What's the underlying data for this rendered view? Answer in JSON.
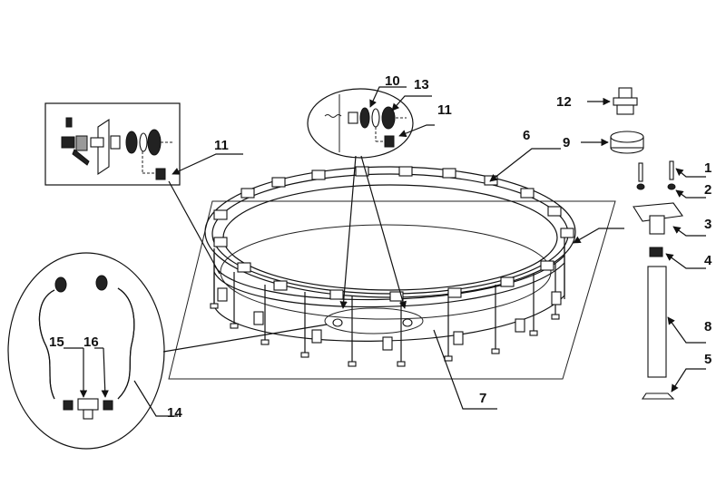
{
  "diagram": {
    "callouts": {
      "c1": "1",
      "c2": "2",
      "c3": "3",
      "c4": "4",
      "c5": "5",
      "c6": "6",
      "c7": "7",
      "c8": "8",
      "c9": "9",
      "c10": "10",
      "c11a": "11",
      "c11b": "11",
      "c12": "12",
      "c13": "13",
      "c14": "14",
      "c15": "15",
      "c16": "16"
    }
  }
}
